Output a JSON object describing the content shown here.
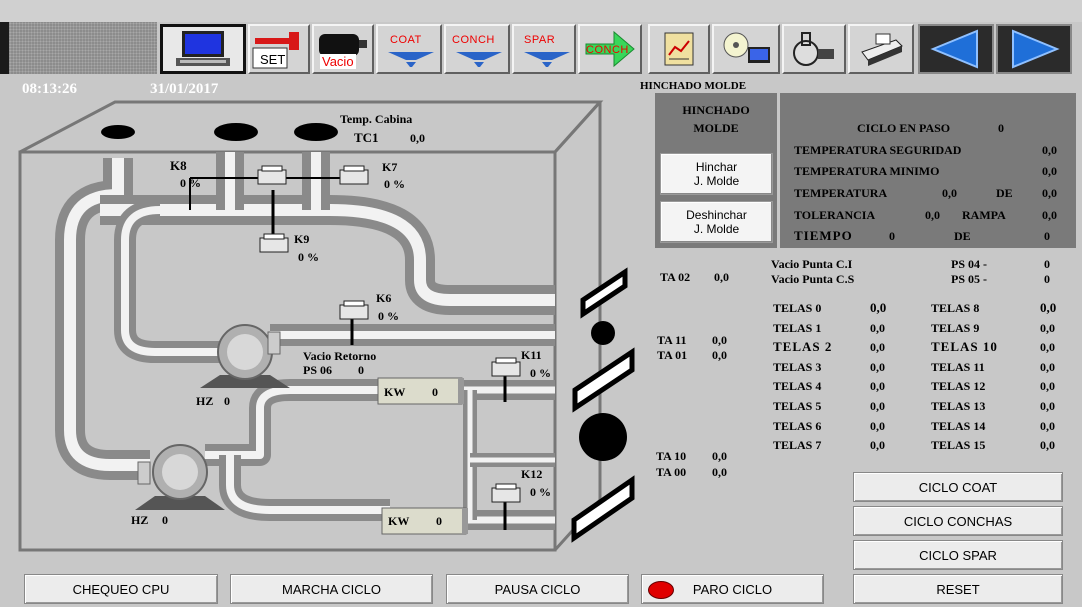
{
  "header": {
    "time": "08:13:26",
    "date": "31/01/2017",
    "screen_title": "HINCHADO MOLDE"
  },
  "toolbar": {
    "set_label": "SET",
    "vacio_label": "Vacio",
    "coat_label": "COAT",
    "conch_label": "CONCH",
    "spar_label": "SPAR",
    "conch2_label": "CONCH"
  },
  "diagram": {
    "cabin_temp_label": "Temp. Cabina",
    "tc1_label": "TC1",
    "tc1_value": "0,0",
    "k8_label": "K8",
    "k8_value": "0 %",
    "k7_label": "K7",
    "k7_value": "0 %",
    "k9_label": "K9",
    "k9_value": "0 %",
    "k6_label": "K6",
    "k6_value": "0 %",
    "k11_label": "K11",
    "k11_value": "0 %",
    "k12_label": "K12",
    "k12_value": "0 %",
    "vacio_retorno_label": "Vacio Retorno",
    "ps06_label": "PS 06",
    "ps06_value": "0",
    "hz1_label": "HZ",
    "hz1_value": "0",
    "hz2_label": "HZ",
    "hz2_value": "0",
    "kw1_label": "KW",
    "kw1_value": "0",
    "kw2_label": "KW",
    "kw2_value": "0"
  },
  "ta": {
    "ta02_label": "TA 02",
    "ta02_value": "0,0",
    "ta11_label": "TA 11",
    "ta11_value": "0,0",
    "ta01_label": "TA 01",
    "ta01_value": "0,0",
    "ta10_label": "TA 10",
    "ta10_value": "0,0",
    "ta00_label": "TA 00",
    "ta00_value": "0,0"
  },
  "hinchado": {
    "title_line1": "HINCHADO",
    "title_line2": "MOLDE",
    "hinchar_line1": "Hinchar",
    "hinchar_line2": "J. Molde",
    "deshinchar_line1": "Deshinchar",
    "deshinchar_line2": "J. Molde"
  },
  "cycle": {
    "ciclo_en_paso_label": "CICLO EN PASO",
    "ciclo_en_paso_value": "0",
    "temp_seguridad_label": "TEMPERATURA SEGURIDAD",
    "temp_seguridad_value": "0,0",
    "temp_minimo_label": "TEMPERATURA MINIMO",
    "temp_minimo_value": "0,0",
    "temperatura_label": "TEMPERATURA",
    "temperatura_value": "0,0",
    "temperatura_de_label": "DE",
    "temperatura_de_value": "0,0",
    "tolerancia_label": "TOLERANCIA",
    "tolerancia_value": "0,0",
    "rampa_label": "RAMPA",
    "rampa_value": "0,0",
    "tiempo_label": "TIEMPO",
    "tiempo_value": "0",
    "tiempo_de_label": "DE",
    "tiempo_de_value": "0"
  },
  "vacio_punta": {
    "ci_label": "Vacio Punta C.I",
    "cs_label": "Vacio Punta C.S",
    "ps04_label": "PS 04 -",
    "ps04_value": "0",
    "ps05_label": "PS 05 -",
    "ps05_value": "0"
  },
  "telas_left": [
    {
      "label": "TELAS 0",
      "value": "0,0"
    },
    {
      "label": "TELAS 1",
      "value": "0,0"
    },
    {
      "label": "TELAS 2",
      "value": "0,0"
    },
    {
      "label": "TELAS 3",
      "value": "0,0"
    },
    {
      "label": "TELAS 4",
      "value": "0,0"
    },
    {
      "label": "TELAS 5",
      "value": "0,0"
    },
    {
      "label": "TELAS 6",
      "value": "0,0"
    },
    {
      "label": "TELAS 7",
      "value": "0,0"
    }
  ],
  "telas_right": [
    {
      "label": "TELAS 8",
      "value": "0,0"
    },
    {
      "label": "TELAS 9",
      "value": "0,0"
    },
    {
      "label": "TELAS 10",
      "value": "0,0"
    },
    {
      "label": "TELAS 11",
      "value": "0,0"
    },
    {
      "label": "TELAS 12",
      "value": "0,0"
    },
    {
      "label": "TELAS 13",
      "value": "0,0"
    },
    {
      "label": "TELAS 14",
      "value": "0,0"
    },
    {
      "label": "TELAS 15",
      "value": "0,0"
    }
  ],
  "buttons": {
    "ciclo_coat": "CICLO COAT",
    "ciclo_conchas": "CICLO CONCHAS",
    "ciclo_spar": "CICLO SPAR",
    "reset": "RESET",
    "chequeo_cpu": "CHEQUEO CPU",
    "marcha_ciclo": "MARCHA CICLO",
    "pausa_ciclo": "PAUSA CICLO",
    "paro_ciclo": "PARO CICLO"
  },
  "colors": {
    "paro_indicator": "#e00000",
    "nav_arrow": "#1f6fd8"
  }
}
